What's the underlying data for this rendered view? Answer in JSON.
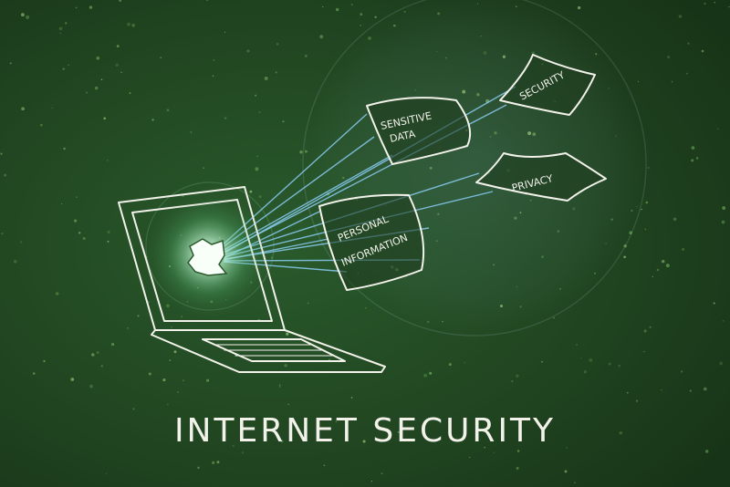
{
  "caption": "INTERNET SECURITY",
  "papers": {
    "sensitive_data": {
      "line1": "SENSITIVE",
      "line2": "DATA"
    },
    "security": {
      "line1": "SECURITY"
    },
    "privacy": {
      "line1": "PRIVACY"
    },
    "personal_information": {
      "line1": "PERSONAL",
      "line2": "INFORMATION"
    }
  },
  "colors": {
    "board": "#1f3d20",
    "chalk": "#f2f2ea",
    "beam": "#8fd3ff",
    "glow": "#d9ffe9"
  }
}
